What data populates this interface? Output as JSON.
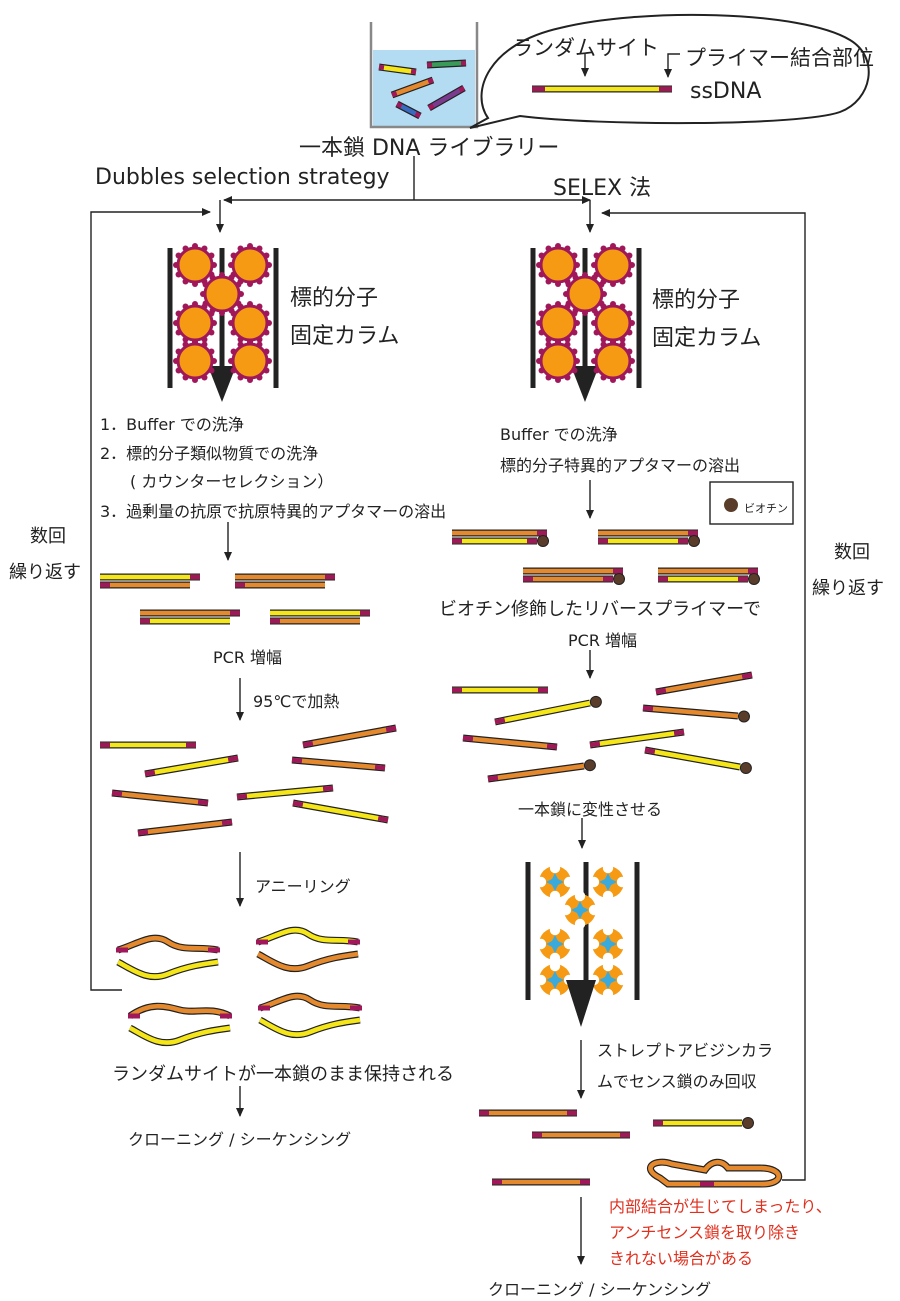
{
  "library": {
    "random_site": "ランダムサイト",
    "primer_site": "プライマー結合部位",
    "ssdna": "ssDNA",
    "title": "一本鎖 DNA ライブラリー"
  },
  "left": {
    "heading": "Dubbles selection strategy",
    "column_label_1": "標的分子",
    "column_label_2": "固定カラム",
    "wash_1": "1．Buffer での洗浄",
    "wash_2": "2．標的分子類似物質での洗浄",
    "wash_2b": "( カウンターセレクション）",
    "wash_3": "3．過剰量の抗原で抗原特異的アプタマーの溶出",
    "pcr": "PCR 増幅",
    "heat": "95℃で加熱",
    "anneal": "アニーリング",
    "kept": "ランダムサイトが一本鎖のまま保持される",
    "clone": "クローニング / シーケンシング",
    "repeat_1": "数回",
    "repeat_2": "繰り返す"
  },
  "right": {
    "heading": "SELEX 法",
    "column_label_1": "標的分子",
    "column_label_2": "固定カラム",
    "wash": "Buffer での洗浄",
    "elute": "標的分子特異的アプタマーの溶出",
    "biotin_legend": "ビオチン",
    "biotin_pcr_1": "ビオチン修飾したリバースプライマーで",
    "biotin_pcr_2": "PCR 増幅",
    "denature": "一本鎖に変性させる",
    "strep_1": "ストレプトアビジンカラ",
    "strep_2": "ムでセンス鎖のみ回収",
    "note_1": "内部結合が生じてしまったり、",
    "note_2": "アンチセンス鎖を取り除き",
    "note_3": "きれない場合がある",
    "clone": "クローニング / シーケンシング",
    "repeat_1": "数回",
    "repeat_2": "繰り返す"
  },
  "colors": {
    "yellow": "#f5e61a",
    "orange": "#e4892e",
    "magenta": "#a0175a",
    "target_fill": "#f59a12",
    "biotin": "#5a3c2a",
    "beaker": "#b3dcf3",
    "star": "#3aa9dc",
    "note_red": "#e0301e"
  }
}
